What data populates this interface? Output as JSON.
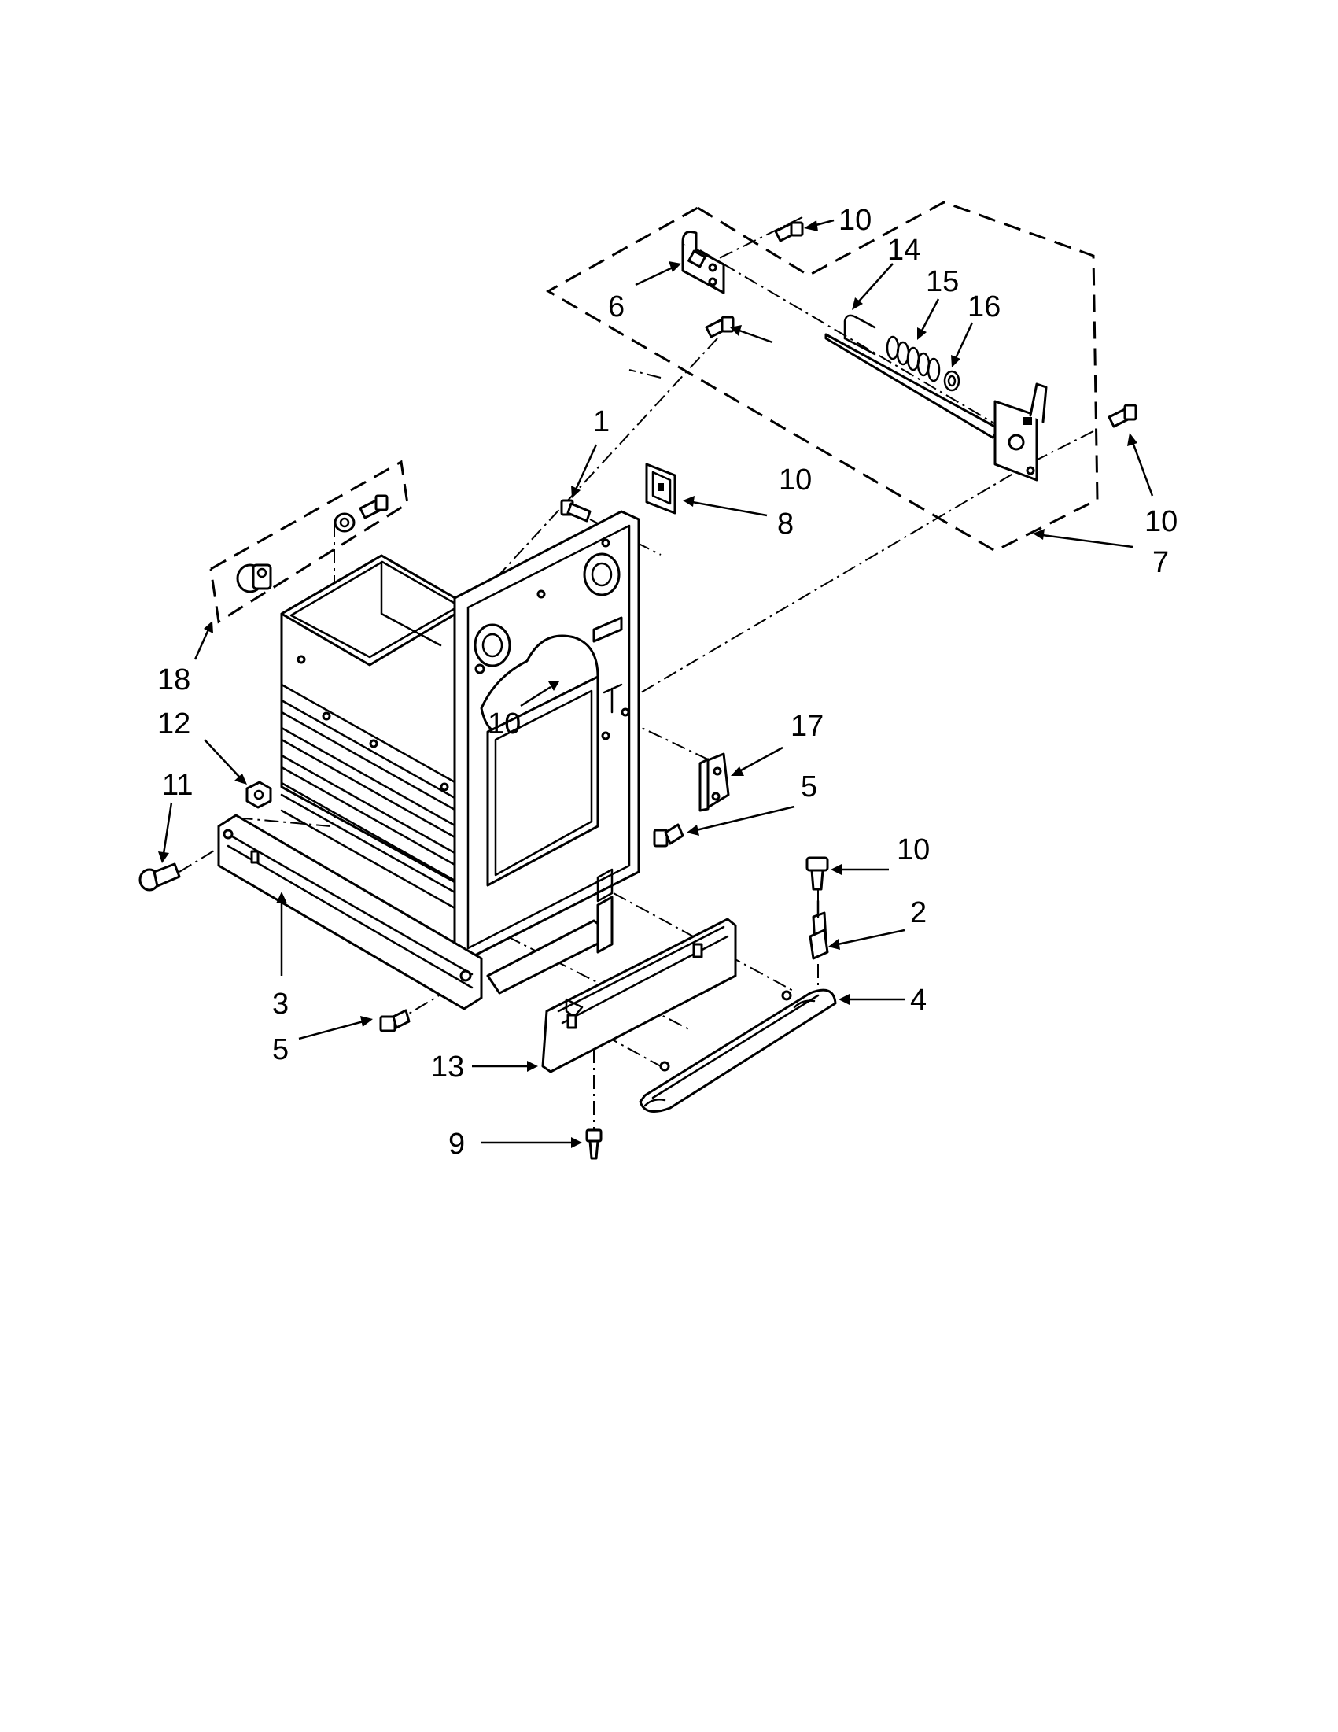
{
  "callouts": [
    {
      "id": "c1",
      "label": "1"
    },
    {
      "id": "c2",
      "label": "2"
    },
    {
      "id": "c3",
      "label": "3"
    },
    {
      "id": "c4",
      "label": "4"
    },
    {
      "id": "c5a",
      "label": "5"
    },
    {
      "id": "c5b",
      "label": "5"
    },
    {
      "id": "c6",
      "label": "6"
    },
    {
      "id": "c7",
      "label": "7"
    },
    {
      "id": "c8",
      "label": "8"
    },
    {
      "id": "c9",
      "label": "9"
    },
    {
      "id": "c10a",
      "label": "10"
    },
    {
      "id": "c10b",
      "label": "10"
    },
    {
      "id": "c10c",
      "label": "10"
    },
    {
      "id": "c10d",
      "label": "10"
    },
    {
      "id": "c10e",
      "label": "10"
    },
    {
      "id": "c11",
      "label": "11"
    },
    {
      "id": "c12",
      "label": "12"
    },
    {
      "id": "c13",
      "label": "13"
    },
    {
      "id": "c14",
      "label": "14"
    },
    {
      "id": "c15",
      "label": "15"
    },
    {
      "id": "c16",
      "label": "16"
    },
    {
      "id": "c17",
      "label": "17"
    },
    {
      "id": "c18",
      "label": "18"
    }
  ]
}
